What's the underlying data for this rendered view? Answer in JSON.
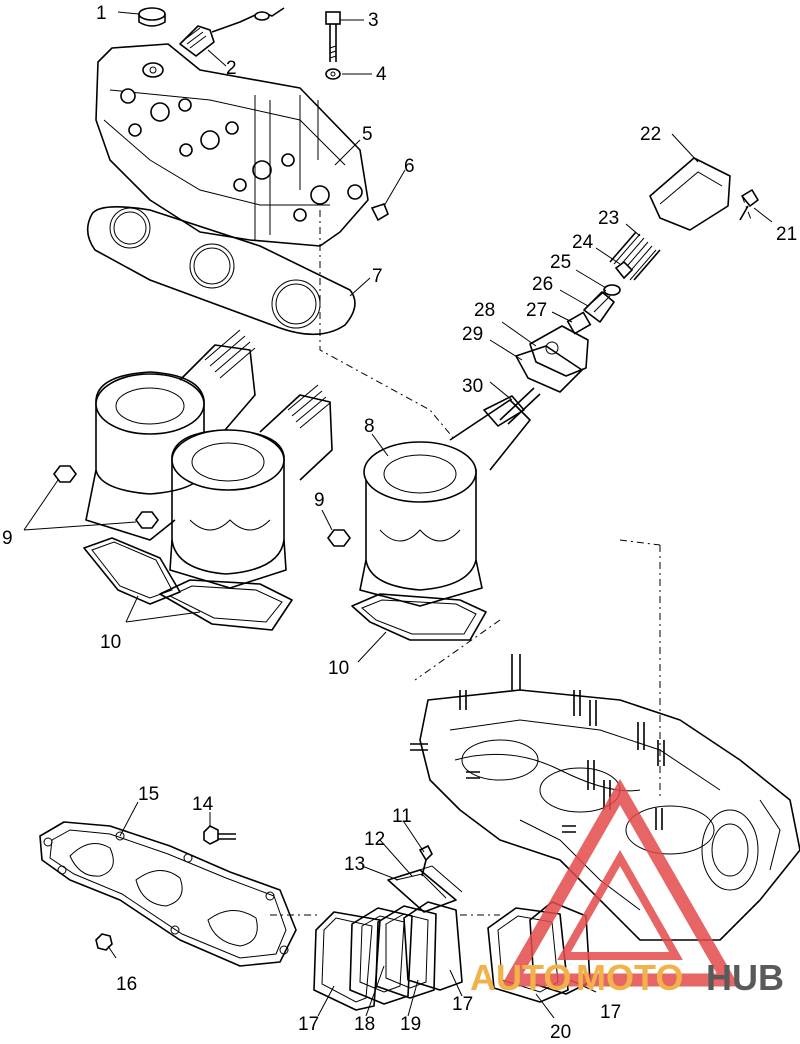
{
  "callouts": [
    {
      "n": "1"
    },
    {
      "n": "2"
    },
    {
      "n": "3"
    },
    {
      "n": "4"
    },
    {
      "n": "5"
    },
    {
      "n": "6"
    },
    {
      "n": "7"
    },
    {
      "n": "8"
    },
    {
      "n": "9"
    },
    {
      "n": "9"
    },
    {
      "n": "10"
    },
    {
      "n": "10"
    },
    {
      "n": "11"
    },
    {
      "n": "12"
    },
    {
      "n": "13"
    },
    {
      "n": "14"
    },
    {
      "n": "15"
    },
    {
      "n": "16"
    },
    {
      "n": "17"
    },
    {
      "n": "17"
    },
    {
      "n": "17"
    },
    {
      "n": "18"
    },
    {
      "n": "19"
    },
    {
      "n": "20"
    },
    {
      "n": "21"
    },
    {
      "n": "22"
    },
    {
      "n": "23"
    },
    {
      "n": "24"
    },
    {
      "n": "25"
    },
    {
      "n": "26"
    },
    {
      "n": "27"
    },
    {
      "n": "28"
    },
    {
      "n": "29"
    },
    {
      "n": "30"
    }
  ],
  "watermark": {
    "part1": "AUTO",
    "part2": "MOTO",
    "part3": "HUB",
    "color_primary": "#f2b24a",
    "color_secondary": "#5a5a5a",
    "color_triangle": "#e34a4a"
  }
}
